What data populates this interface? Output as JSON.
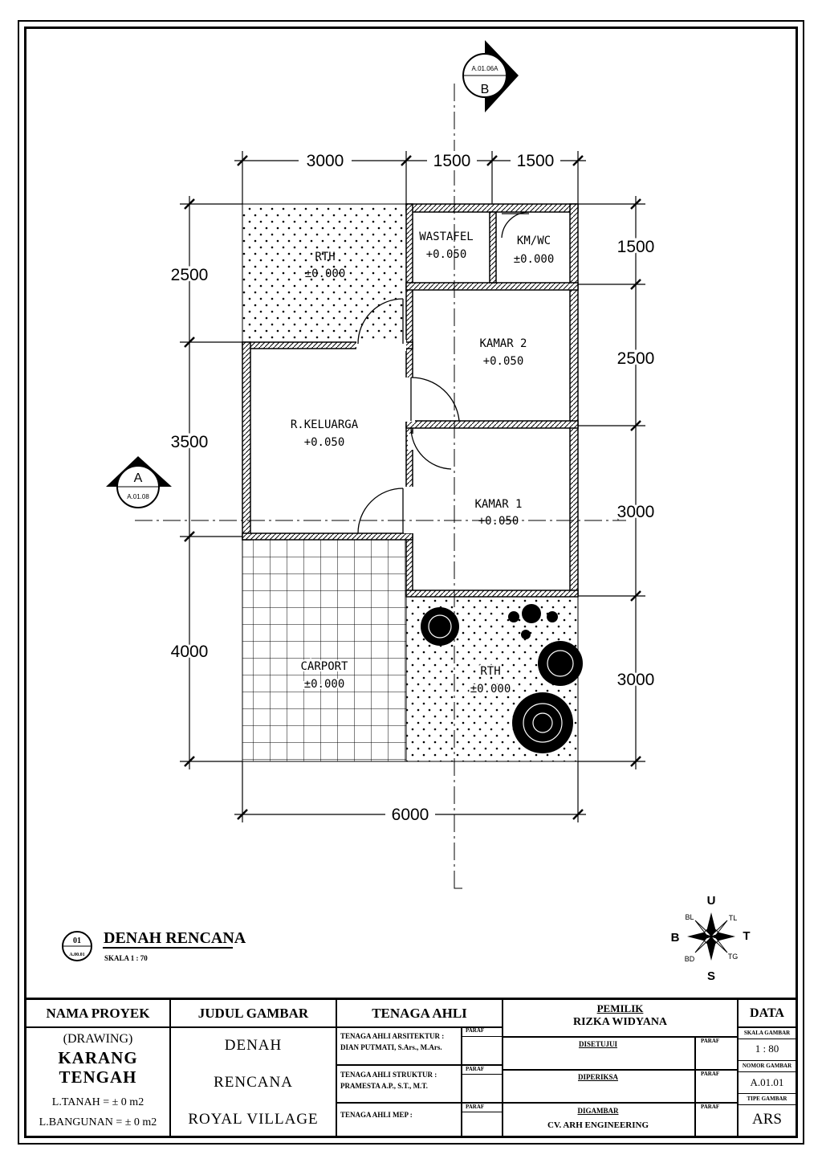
{
  "markers": {
    "section_b": {
      "ref": "A.01.06A",
      "letter": "B"
    },
    "section_a": {
      "ref": "A.01.08",
      "letter": "A"
    }
  },
  "dims": {
    "top": [
      "3000",
      "1500",
      "1500"
    ],
    "left": [
      "2500",
      "3500",
      "4000"
    ],
    "right": [
      "1500",
      "2500",
      "3000",
      "3000"
    ],
    "bottom": "6000"
  },
  "rooms": {
    "rth_top": {
      "name": "RTH",
      "level": "±0.000"
    },
    "wastafel": {
      "name": "WASTAFEL",
      "level": "+0.050"
    },
    "kmwc": {
      "name": "KM/WC",
      "level": "±0.000"
    },
    "kamar2": {
      "name": "KAMAR 2",
      "level": "+0.050"
    },
    "keluarga": {
      "name": "R.KELUARGA",
      "level": "+0.050"
    },
    "kamar1": {
      "name": "KAMAR 1",
      "level": "+0.050"
    },
    "carport": {
      "name": "CARPORT",
      "level": "±0.000"
    },
    "rth_bottom": {
      "name": "RTH",
      "level": "±0.000"
    }
  },
  "drawing_title": {
    "number": "01",
    "ref": "A.00.01",
    "title": "DENAH RENCANA",
    "scale": "SKALA 1 : 70"
  },
  "compass": {
    "n": "U",
    "s": "S",
    "w": "B",
    "e": "T",
    "nw": "BL",
    "ne": "TL",
    "sw": "BD",
    "se": "TG"
  },
  "title_block": {
    "nama_proyek": {
      "header": "NAMA PROYEK",
      "line1": "(DRAWING)",
      "line2": "KARANG",
      "line3": "TENGAH",
      "l_tanah": "L.TANAH = ± 0 m2",
      "l_bangunan": "L.BANGUNAN = ± 0 m2"
    },
    "judul_gambar": {
      "header": "JUDUL GAMBAR",
      "line1": "DENAH",
      "line2": "RENCANA",
      "line3": "ROYAL  VILLAGE"
    },
    "tenaga_ahli": {
      "header": "TENAGA AHLI",
      "arsitektur_label": "TENAGA AHLI ARSITEKTUR :",
      "arsitektur_name": "DIAN PUTMATI, S.Ars., M.Ars.",
      "struktur_label": "TENAGA AHLI STRUKTUR :",
      "struktur_name": "PRAMESTA A.P., S.T., M.T.",
      "mep_label": "TENAGA AHLI MEP :",
      "paraf": "PARAF"
    },
    "pemilik": {
      "header1": "PEMILIK",
      "header2": "RIZKA WIDYANA",
      "disetujui": "DISETUJUI",
      "diperiksa": "DIPERIKSA",
      "digambar": "DIGAMBAR",
      "digambar_name": "CV. ARH ENGINEERING",
      "paraf": "PARAF"
    },
    "data": {
      "header": "DATA",
      "skala_label": "SKALA GAMBAR",
      "skala": "1 : 80",
      "nomor_label": "NOMOR GAMBAR",
      "nomor": "A.01.01",
      "tipe_label": "TIPE GAMBAR",
      "tipe": "ARS"
    }
  }
}
